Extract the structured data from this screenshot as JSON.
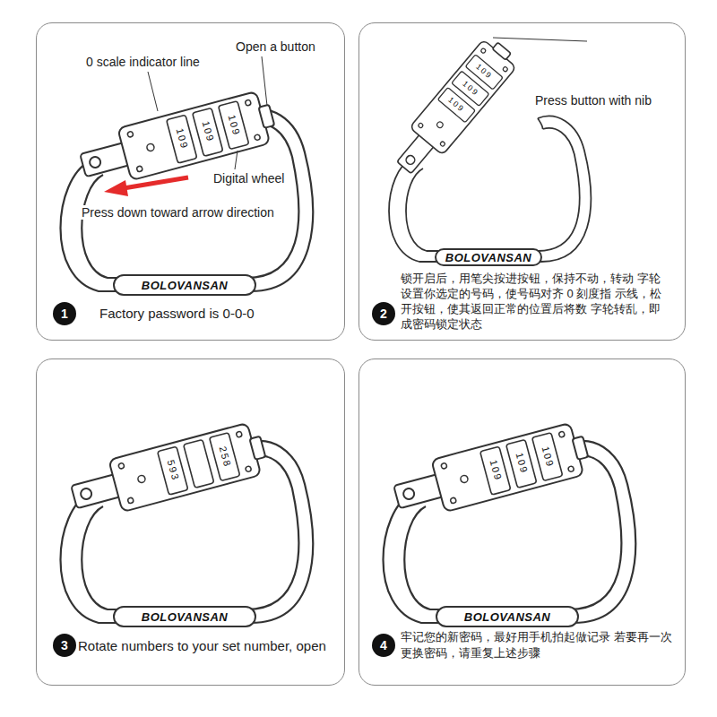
{
  "diagram": {
    "nodes": [
      {
        "text": [
          "Factory password is 0-0-0"
        ]
      },
      {
        "text": [
          "1"
        ],
        "in": 0
      },
      {
        "text": [
          "BOLOVANSAN"
        ],
        "in": 0
      },
      {
        "text": [
          "锁开启后，用笔尖按进按钮，保持不动，转动 字轮设置你选定的号码，使号码对齐 0 刻度指 示线，松开按钮，使其返回正常的位置后将数 字轮转乱，即成密码锁定状态"
        ]
      },
      {
        "text": [
          "2"
        ],
        "in": 3
      },
      {
        "text": [
          "BOLOVANSAN"
        ],
        "in": 3
      },
      {
        "text": [
          "Rotate numbers to your set number, open"
        ]
      },
      {
        "text": [
          "3"
        ],
        "in": 6
      },
      {
        "text": [
          "BOLOVANSAN"
        ],
        "in": 6
      },
      {
        "text": [
          "牢记您的新密码，最好用手机拍起做记录 若要再一次更换密码，请重复上述步骤"
        ]
      },
      {
        "text": [
          "4"
        ],
        "in": 9
      },
      {
        "text": [
          "BOLOVANSAN"
        ],
        "in": 9
      }
    ],
    "labels": [
      "0 scale indicator line",
      "Open a button",
      "Digital wheel",
      "Press down toward arrow direction",
      "109",
      "109",
      "109",
      "Press button with nib",
      "109",
      "109",
      "109",
      "593",
      "258",
      "109",
      "109",
      "109"
    ]
  }
}
